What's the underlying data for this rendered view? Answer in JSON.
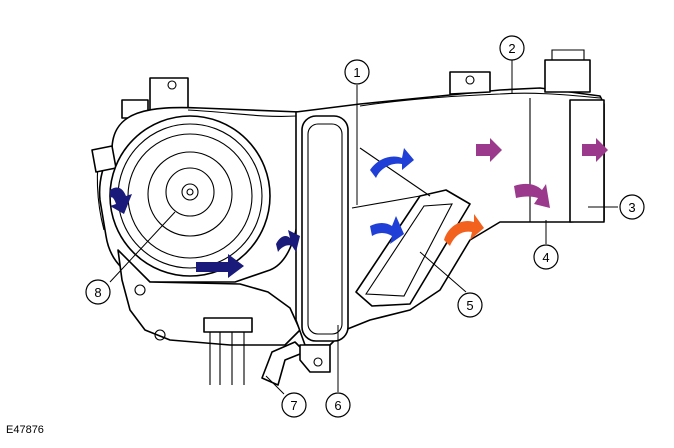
{
  "figure_id": "E47876",
  "callouts": [
    {
      "label": "1"
    },
    {
      "label": "2"
    },
    {
      "label": "3"
    },
    {
      "label": "4"
    },
    {
      "label": "5"
    },
    {
      "label": "6"
    },
    {
      "label": "7"
    },
    {
      "label": "8"
    }
  ],
  "colors": {
    "outline": "#000000",
    "navy_flow": "#1a1a7a",
    "blue_flow": "#1f3fd6",
    "purple_flow": "#9b3a8c",
    "orange_flow": "#f2621e"
  },
  "flow_arrows": [
    {
      "kind": "navy",
      "color_key": "navy_flow"
    },
    {
      "kind": "navy",
      "color_key": "navy_flow"
    },
    {
      "kind": "navy",
      "color_key": "navy_flow"
    },
    {
      "kind": "blue",
      "color_key": "blue_flow"
    },
    {
      "kind": "blue",
      "color_key": "blue_flow"
    },
    {
      "kind": "purple",
      "color_key": "purple_flow"
    },
    {
      "kind": "purple",
      "color_key": "purple_flow"
    },
    {
      "kind": "purple",
      "color_key": "purple_flow"
    },
    {
      "kind": "orange",
      "color_key": "orange_flow"
    }
  ]
}
